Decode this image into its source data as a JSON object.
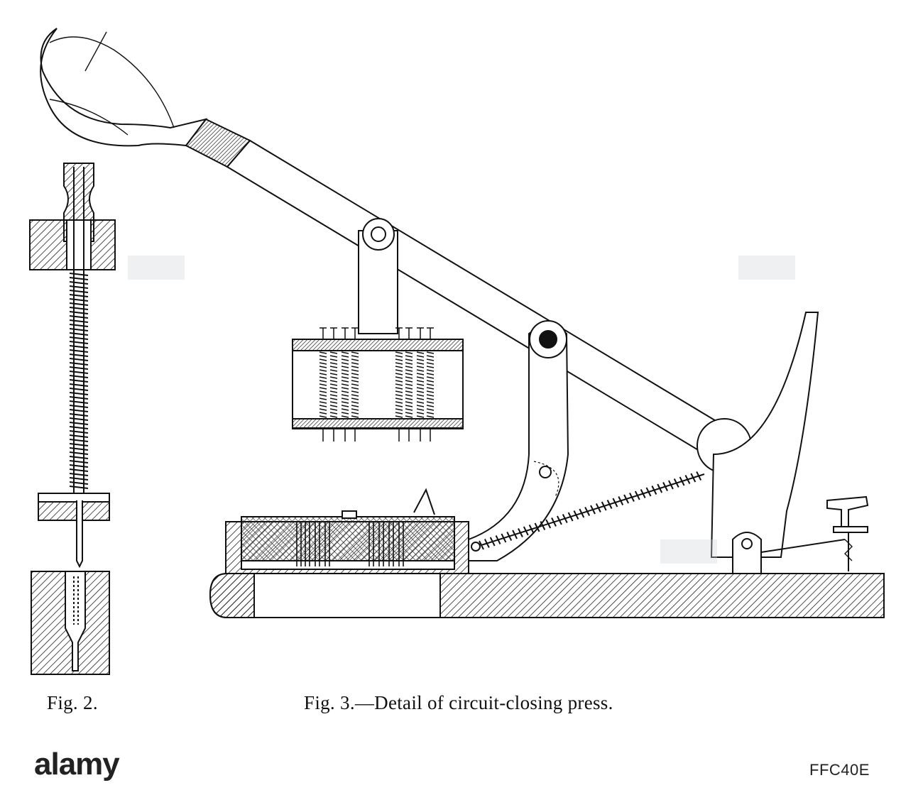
{
  "figure": {
    "caption_fig2": "Fig. 2.",
    "caption_fig3": "Fig. 3.—Detail of circuit-closing press."
  },
  "watermark": {
    "brand": "alamy",
    "image_id": "FFC40E"
  }
}
